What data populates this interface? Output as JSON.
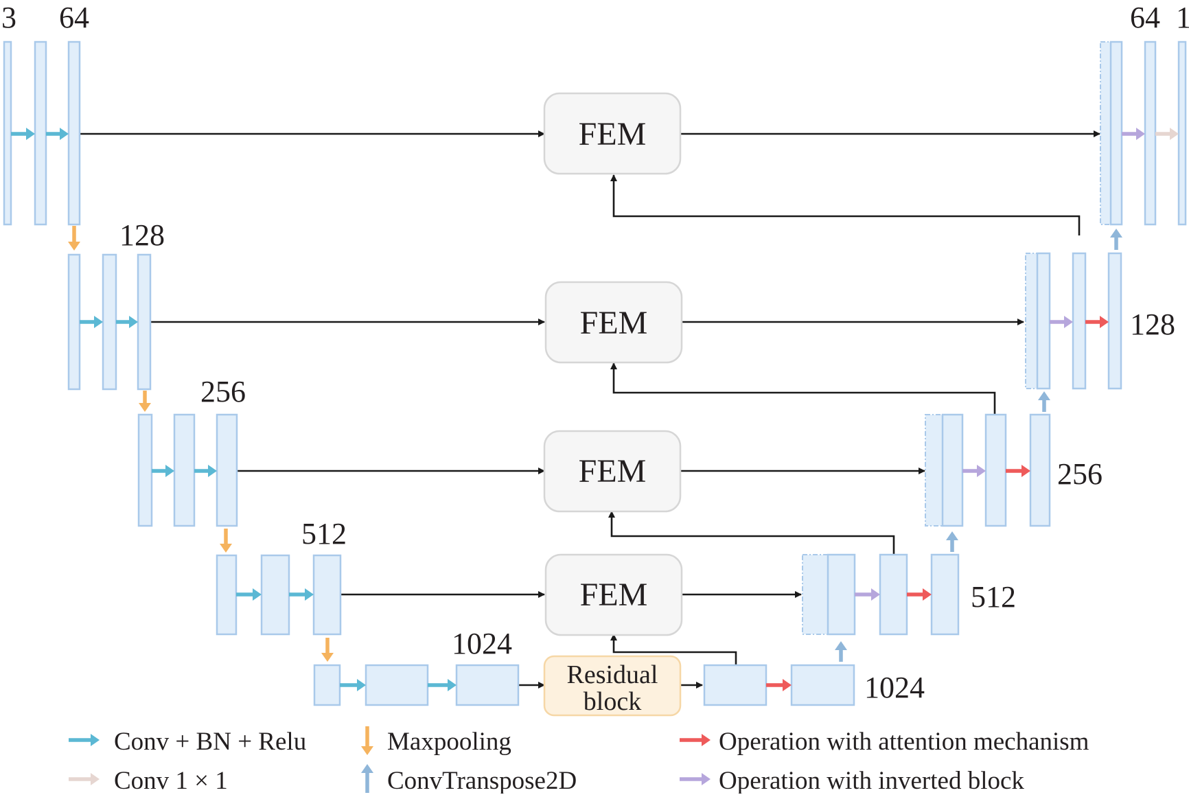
{
  "diagram": {
    "channel_labels": {
      "enc1_in": "3",
      "enc1_out": "64",
      "enc2": "128",
      "enc3": "256",
      "enc4": "512",
      "bottleneck": "1024",
      "dec_top_64": "64",
      "dec_top_1": "1",
      "dec2": "128",
      "dec3": "256",
      "dec4": "512",
      "dec_bottom": "1024"
    },
    "modules": {
      "fem_1": "FEM",
      "fem_2": "FEM",
      "fem_3": "FEM",
      "fem_4": "FEM",
      "residual_line1": "Residual",
      "residual_line2": "block"
    }
  },
  "legend": {
    "items": [
      {
        "key": "conv_bn_relu",
        "label": "Conv + BN + Relu",
        "color": "#5bb8d4",
        "icon": "arrow-right-icon"
      },
      {
        "key": "conv1x1",
        "label": "Conv 1 × 1",
        "color": "#e6d6d1",
        "icon": "arrow-right-icon"
      },
      {
        "key": "maxpool",
        "label": "Maxpooling",
        "color": "#f5b35e",
        "icon": "arrow-down-icon"
      },
      {
        "key": "convtranspose",
        "label": "ConvTranspose2D",
        "color": "#8fb6d9",
        "icon": "arrow-up-icon"
      },
      {
        "key": "attention",
        "label": "Operation with attention mechanism",
        "color": "#ee5a5a",
        "icon": "arrow-right-icon"
      },
      {
        "key": "inverted",
        "label": "Operation with inverted block",
        "color": "#b6a6dc",
        "icon": "arrow-right-icon"
      }
    ]
  },
  "colors": {
    "feature_fill": "#e1eefa",
    "feature_stroke": "#a9c9ea",
    "fem_fill": "#f6f6f6",
    "residual_fill": "#fdf1de",
    "connector": "#1a1a1a"
  }
}
